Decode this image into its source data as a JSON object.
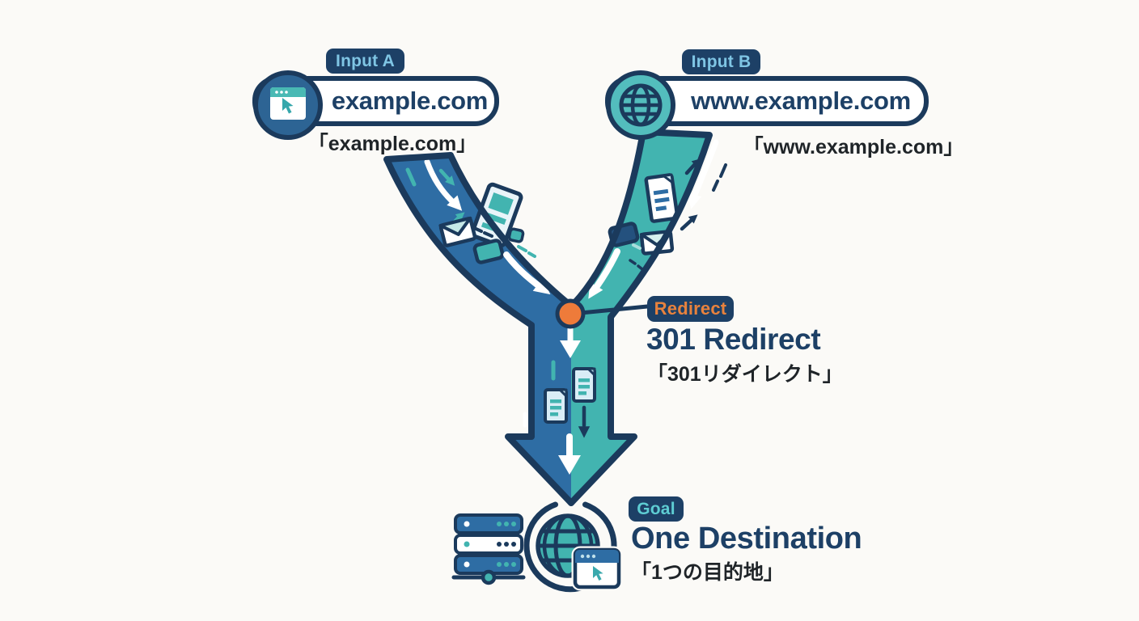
{
  "colors": {
    "navy": "#1b3a5c",
    "navy_text": "#1d4066",
    "blue_stream": "#2e6da4",
    "teal_stream": "#42b4b0",
    "orange": "#ee7b3a",
    "badge_bg": "#1d4066",
    "light_blue": "#7fc5e4",
    "teal_text": "#5ecdd3",
    "orange_text": "#e8823d",
    "dark_text": "#1f2428",
    "background": "#fbfaf7"
  },
  "input_a": {
    "badge": "Input A",
    "url": "example.com",
    "caption": "「example.com」",
    "icon": "browser-window-icon"
  },
  "input_b": {
    "badge": "Input B",
    "url": "www.example.com",
    "caption": "「www.example.com」",
    "icon": "globe-icon"
  },
  "redirect": {
    "badge": "Redirect",
    "title": "301 Redirect",
    "caption": "「301リダイレクト」",
    "node_icon": "orange-dot"
  },
  "goal": {
    "badge": "Goal",
    "title": "One Destination",
    "caption": "「1つの目的地」",
    "icons": [
      "server-icon",
      "globe-orbit-icon",
      "browser-window-icon"
    ]
  }
}
